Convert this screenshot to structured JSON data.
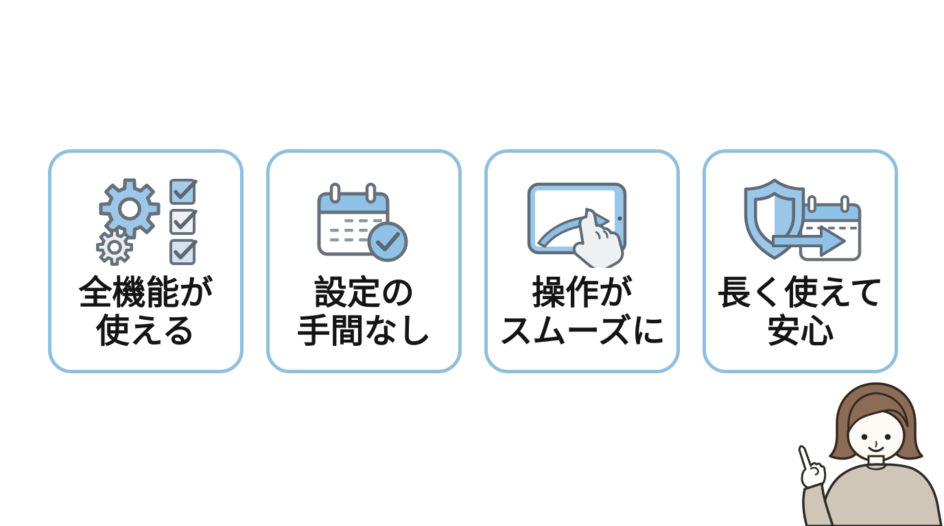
{
  "page": {
    "background": "#ffffff"
  },
  "cards": [
    {
      "icon": "gears-checklist-icon",
      "lines": [
        "全機能が",
        "使える"
      ]
    },
    {
      "icon": "calendar-check-icon",
      "lines": [
        "設定の",
        "手間なし"
      ]
    },
    {
      "icon": "tablet-swipe-hand-icon",
      "lines": [
        "操作が",
        "スムーズに"
      ]
    },
    {
      "icon": "shield-calendar-arrow-icon",
      "lines": [
        "長く使えて",
        "安心"
      ]
    }
  ],
  "mascot": {
    "icon": "woman-pointing-illustration"
  },
  "colors": {
    "card_border": "#8fbede",
    "icon_blue": "#9cc7e8",
    "icon_blue_alt": "#8fc2e6",
    "icon_outline": "#66707a",
    "icon_gray_fill": "#ebedee",
    "dash_gray": "#8f979e",
    "text": "#141414",
    "hair_brown": "#8d6c57",
    "sweater_beige": "#cfc6b8",
    "skin": "#fdfaf5"
  }
}
